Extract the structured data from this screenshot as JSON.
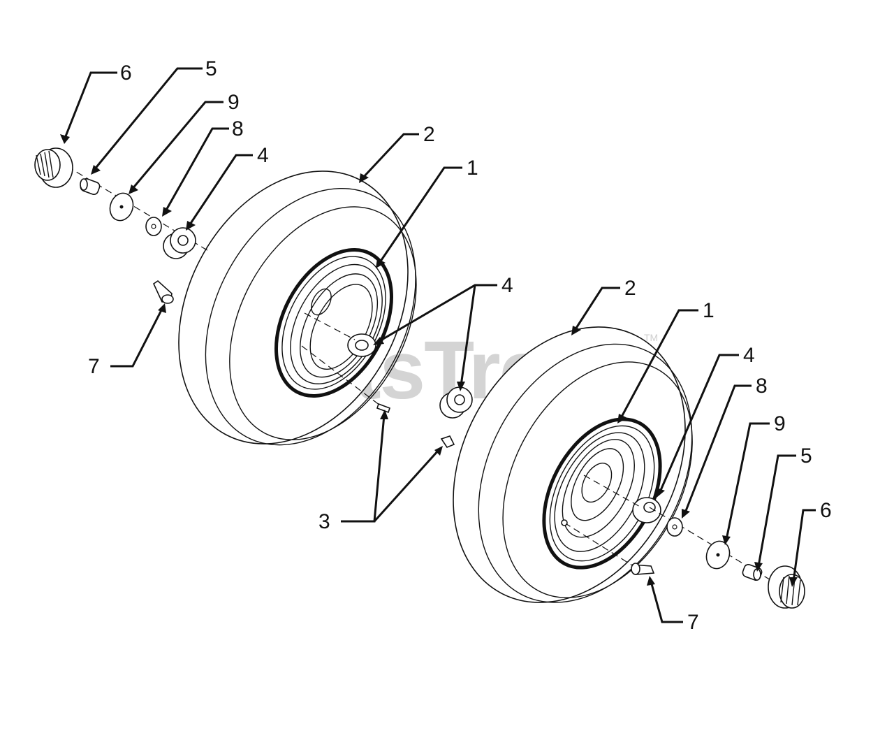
{
  "watermark": {
    "text": "PartsTree",
    "trademark": "TM"
  },
  "callouts": {
    "left_6": "6",
    "left_5": "5",
    "left_9": "9",
    "left_8": "8",
    "left_4": "4",
    "left_2": "2",
    "left_1": "1",
    "center_4": "4",
    "left_7": "7",
    "right_2": "2",
    "right_1": "1",
    "right_4": "4",
    "right_8": "8",
    "right_9": "9",
    "right_5": "5",
    "right_6": "6",
    "shared_3": "3",
    "right_7": "7"
  }
}
